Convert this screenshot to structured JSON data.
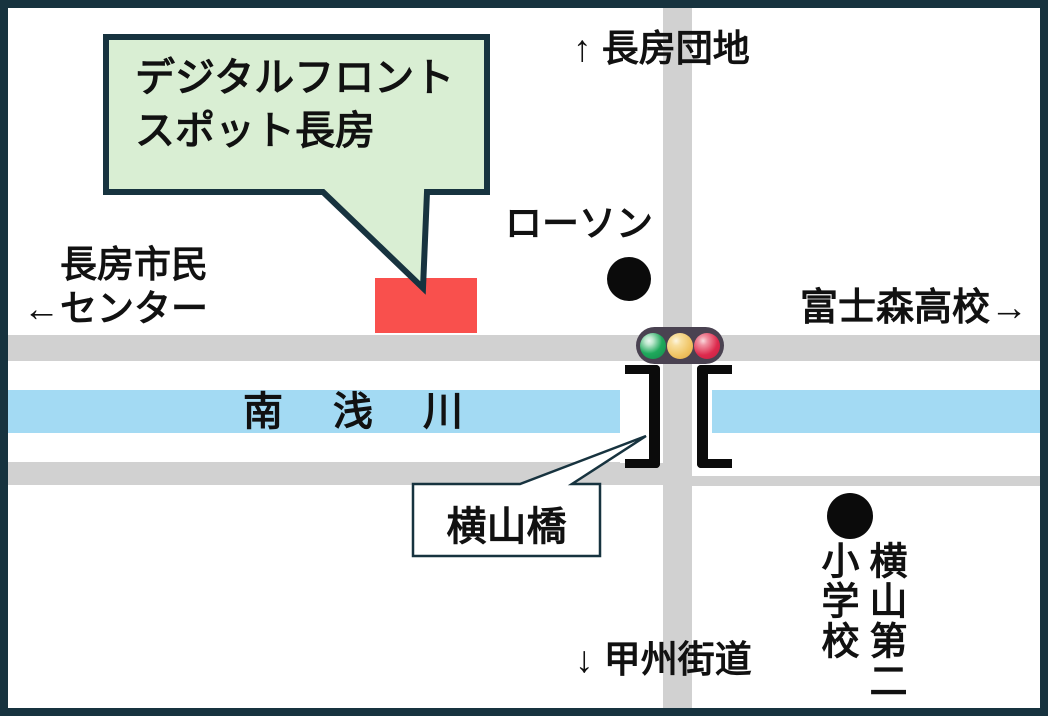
{
  "map": {
    "callout": {
      "line1": "デジタルフロント",
      "line2": "スポット長房"
    },
    "labels": {
      "north": "↑ 長房団地",
      "lawson": "ローソン",
      "east": "富士森高校→",
      "west_line1": "長房市民",
      "west_line2": "←センター",
      "river": "南浅川",
      "bridge": "横山橋",
      "school": "横山第二小学校",
      "south": "↓ 甲州街道"
    },
    "colors": {
      "frame_and_outline": "#17333f",
      "callout_fill": "#d9eed3",
      "marker_red": "#f9504d",
      "road_gray": "#d1d1d1",
      "river_blue": "#a3daf3",
      "traffic_light_body": "#4a4251",
      "traffic_green": "#1fa95c",
      "traffic_yellow": "#f0c566",
      "traffic_red": "#dd2a4d",
      "text": "#111111"
    }
  }
}
